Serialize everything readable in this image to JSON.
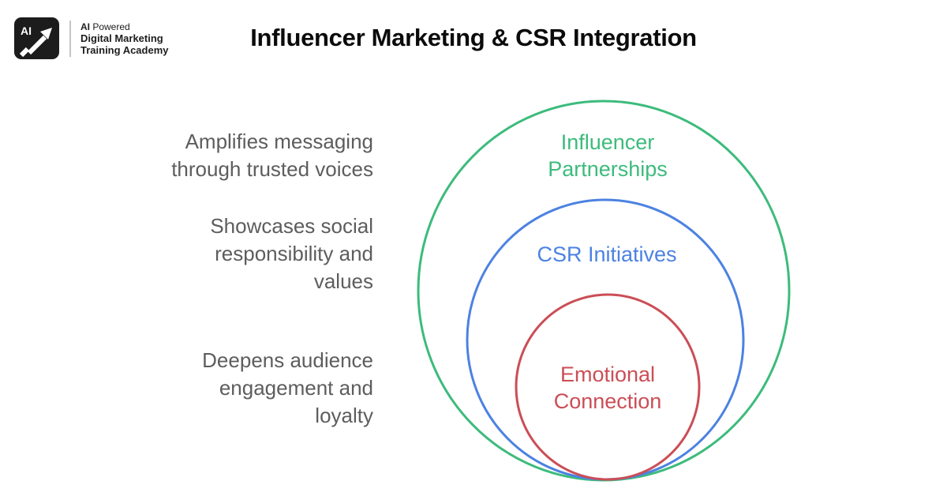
{
  "header": {
    "logo": {
      "badge_text": "AI",
      "brand_bold": "AI",
      "brand_regular": " Powered",
      "brand_line2": "Digital Marketing",
      "brand_line3": "Training Academy"
    },
    "title": "Influencer Marketing & CSR Integration"
  },
  "benefits": [
    "Amplifies messaging\nthrough trusted voices",
    "Showcases social\nresponsibility and\nvalues",
    "Deepens audience\nengagement and\nloyalty"
  ],
  "venn": {
    "rings": [
      {
        "label": "Influencer\nPartnerships",
        "color": "#3dbb7c"
      },
      {
        "label": "CSR Initiatives",
        "color": "#4c82e2"
      },
      {
        "label": "Emotional\nConnection",
        "color": "#cb4e56"
      }
    ]
  },
  "colors": {
    "background": "#ffffff",
    "title_text": "#0b0b0b",
    "benefit_text": "#5d5d5d",
    "logo_badge": "#1c1c1c"
  }
}
